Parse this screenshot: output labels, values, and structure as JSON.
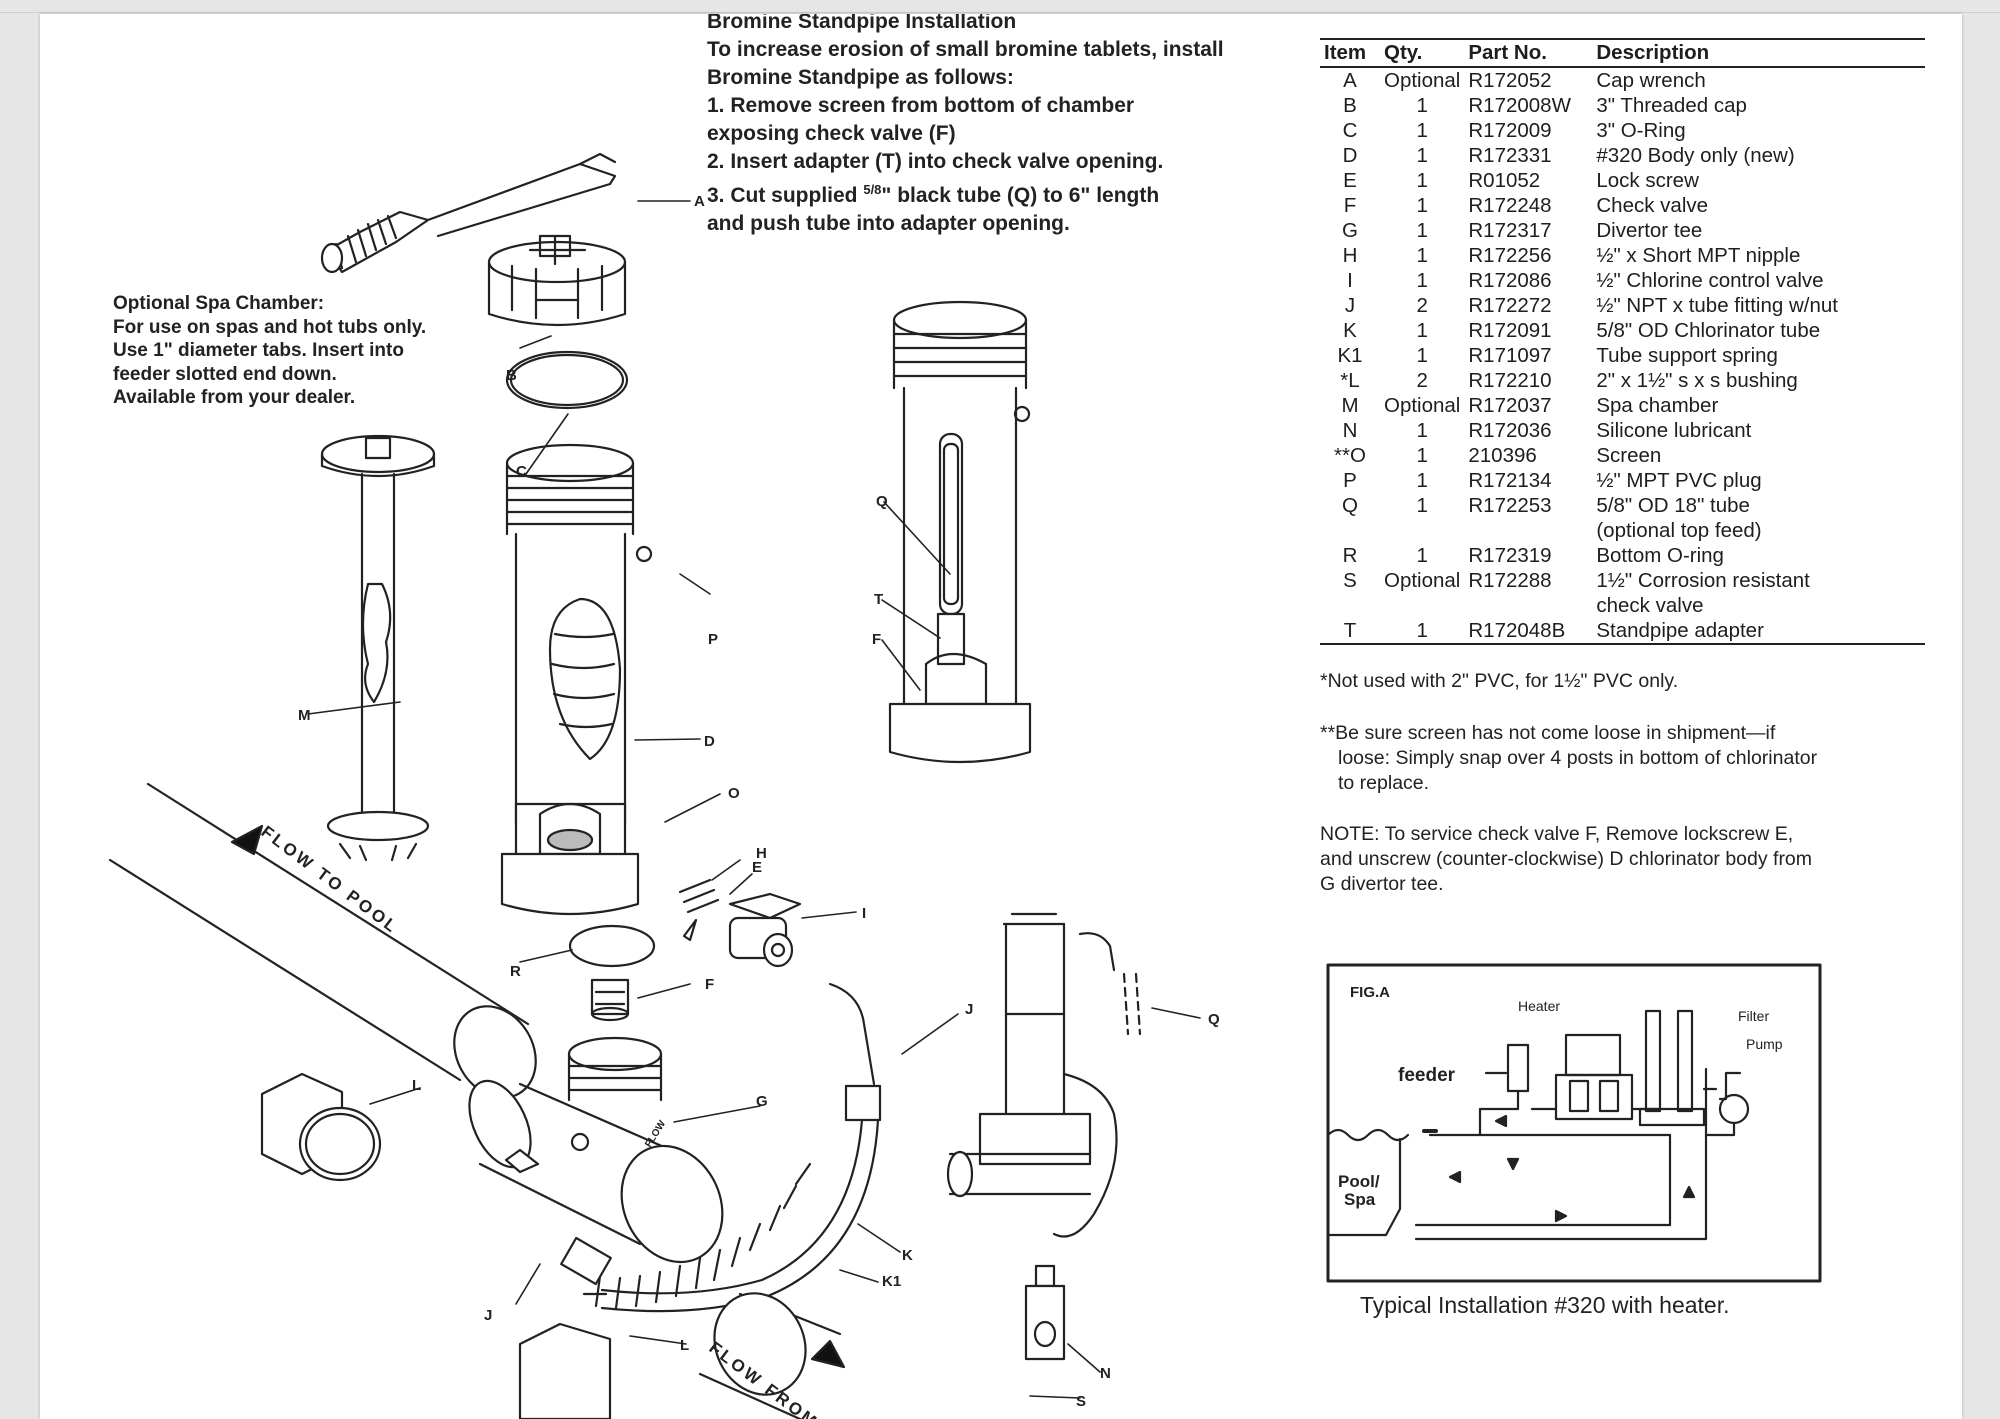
{
  "standpipe": {
    "title": "Bromine Standpipe Installation",
    "intro": "To increase erosion of small bromine tablets, install Bromine Standpipe as follows:",
    "step1a": "1.  Remove screen from bottom of chamber",
    "step1b": "exposing check valve (F)",
    "step2": "2.  Insert adapter (T) into check valve opening.",
    "step3a_pre": "3.  Cut supplied ",
    "step3a_frac": "5/8",
    "step3a_post": "\" black tube (Q) to 6\" length",
    "step3b": "and push tube into adapter opening."
  },
  "spa_note": {
    "line1": "Optional Spa Chamber:",
    "line2": "For use on spas and hot tubs only.",
    "line3": "Use 1\" diameter tabs. Insert into",
    "line4": "feeder slotted end down.",
    "line5": "Available from your dealer."
  },
  "callouts": [
    "A",
    "B",
    "C",
    "M",
    "D",
    "P",
    "O",
    "H",
    "E",
    "I",
    "R",
    "F",
    "J",
    "Q",
    "G",
    "L",
    "K",
    "K1",
    "J",
    "L",
    "N",
    "S",
    "Q",
    "T",
    "F"
  ],
  "pipe_labels": {
    "to_pool": "FLOW TO POOL",
    "from_equipment": "FLOW FROM EQ",
    "tee_flow": "FLOW"
  },
  "parts": {
    "headers": [
      "Item",
      "Qty.",
      "Part No.",
      "Description"
    ],
    "rows": [
      [
        "A",
        "Optional",
        "R172052",
        "Cap wrench"
      ],
      [
        "B",
        "1",
        "R172008W",
        "3\" Threaded cap"
      ],
      [
        "C",
        "1",
        "R172009",
        "3\" O-Ring"
      ],
      [
        "D",
        "1",
        "R172331",
        "#320 Body only (new)"
      ],
      [
        "E",
        "1",
        "R01052",
        "Lock screw"
      ],
      [
        "F",
        "1",
        "R172248",
        "Check valve"
      ],
      [
        "G",
        "1",
        "R172317",
        "Divertor tee"
      ],
      [
        "H",
        "1",
        "R172256",
        "½\" x Short MPT nipple"
      ],
      [
        "I",
        "1",
        "R172086",
        "½\" Chlorine control valve"
      ],
      [
        "J",
        "2",
        "R172272",
        "½\" NPT x tube fitting w/nut"
      ],
      [
        "K",
        "1",
        "R172091",
        "5/8\" OD Chlorinator tube"
      ],
      [
        "K1",
        "1",
        "R171097",
        "Tube support spring"
      ],
      [
        "*L",
        "2",
        "R172210",
        "2\" x 1½\" s x s bushing"
      ],
      [
        "M",
        "Optional",
        "R172037",
        "Spa chamber"
      ],
      [
        "N",
        "1",
        "R172036",
        "Silicone lubricant"
      ],
      [
        "**O",
        "1",
        "210396",
        "Screen"
      ],
      [
        "P",
        "1",
        "R172134",
        "½\" MPT PVC plug"
      ],
      [
        "Q",
        "1",
        "R172253",
        "5/8\" OD 18\" tube"
      ],
      [
        "",
        "",
        "",
        "(optional top feed)"
      ],
      [
        "R",
        "1",
        "R172319",
        "Bottom O-ring"
      ],
      [
        "S",
        "Optional",
        "R172288",
        "1½\" Corrosion resistant"
      ],
      [
        "",
        "",
        "",
        "check valve"
      ],
      [
        "T",
        "1",
        "R172048B",
        "Standpipe adapter"
      ]
    ]
  },
  "notes": {
    "single_star": "*Not used with 2\" PVC, for 1½\" PVC only.",
    "double_star_1": "**Be sure screen has not come loose in shipment—if",
    "double_star_2": "loose: Simply snap over 4 posts in bottom of chlorinator",
    "double_star_3": "to replace.",
    "service_1": "NOTE: To service check valve F, Remove lockscrew E,",
    "service_2": "and unscrew (counter-clockwise) D chlorinator body from",
    "service_3": "G divertor tee."
  },
  "figure": {
    "tag": "FIG.A",
    "heater": "Heater",
    "filter": "Filter",
    "pump": "Pump",
    "feeder": "feeder",
    "pool1": "Pool/",
    "pool2": "Spa",
    "caption": "Typical Installation #320 with heater."
  },
  "colors": {
    "ink": "#222222",
    "paper": "#ffffff",
    "background": "#e6e6e6"
  }
}
